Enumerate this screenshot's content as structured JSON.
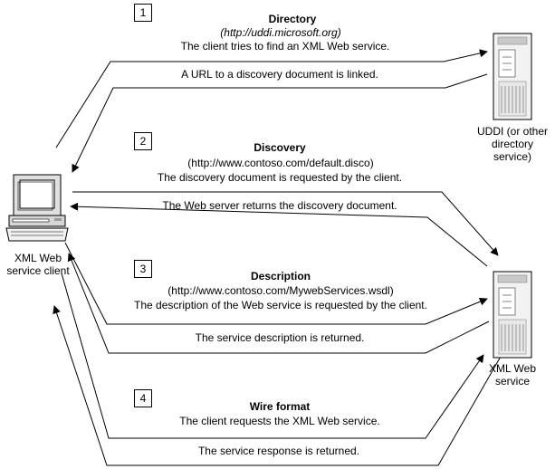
{
  "steps": [
    {
      "number": "1",
      "title": "Directory",
      "url": "(http://uddi.microsoft.org)",
      "request": "The client tries to find an XML Web service.",
      "response": "A URL to a discovery document is linked."
    },
    {
      "number": "2",
      "title": "Discovery",
      "url": "(http://www.contoso.com/default.disco)",
      "request": "The discovery document is requested by the client.",
      "response": "The Web server returns the discovery document."
    },
    {
      "number": "3",
      "title": "Description",
      "url": "(http://www.contoso.com/MywebServices.wsdl)",
      "request": "The description of the Web service is requested by the client.",
      "response": "The service description is returned."
    },
    {
      "number": "4",
      "title": "Wire format",
      "request": "The client requests the XML Web service.",
      "response": "The service response is returned."
    }
  ],
  "nodes": {
    "client": {
      "line1": "XML Web",
      "line2": "service client"
    },
    "uddi": {
      "line1": "UDDI (or other",
      "line2": "directory",
      "line3": "service)"
    },
    "service": {
      "line1": "XML Web",
      "line2": "service"
    }
  }
}
